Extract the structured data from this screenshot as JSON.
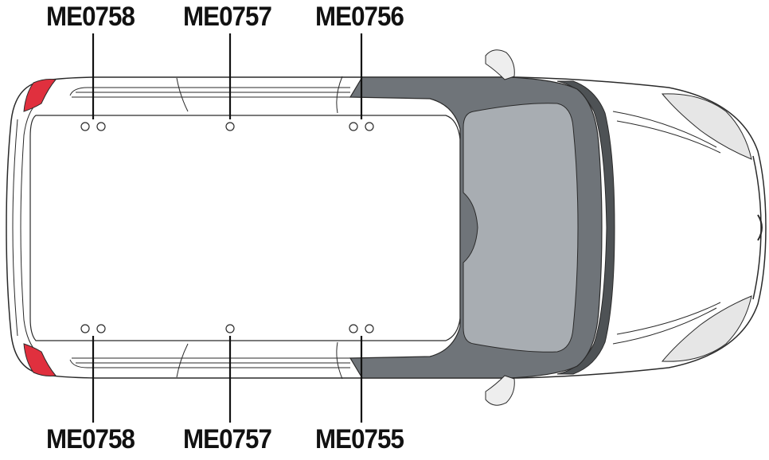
{
  "labels": {
    "top": [
      "ME0758",
      "ME0757",
      "ME0756"
    ],
    "bottom": [
      "ME0758",
      "ME0757",
      "ME0755"
    ]
  },
  "colors": {
    "outline": "#2a2a2a",
    "taillight": "#e0303e",
    "windshield": "#a8adb2",
    "windshield_frame": "#6f7479",
    "roof_edge": "#4e5255",
    "headlight": "#e6e6e6"
  }
}
